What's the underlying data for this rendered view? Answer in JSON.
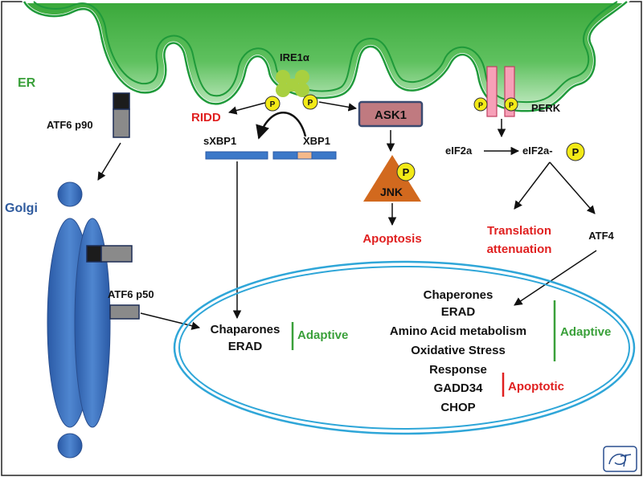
{
  "labels": {
    "er": "ER",
    "golgi": "Golgi",
    "atf6_p90": "ATF6 p90",
    "atf6_p50": "ATF6 p50",
    "ire1a": "IRE1α",
    "ridd": "RIDD",
    "sxbp1": "sXBP1",
    "xbp1": "XBP1",
    "ask1": "ASK1",
    "jnk": "JNK",
    "apoptosis": "Apoptosis",
    "perk": "PERK",
    "eif2a": "eIF2a",
    "eif2a_p": "eIF2a-",
    "translation_1": "Translation",
    "translation_2": "attenuation",
    "atf4": "ATF4",
    "phospho": "P"
  },
  "nucleus_left": {
    "items": [
      "Chaparones",
      "ERAD"
    ],
    "tag": "Adaptive"
  },
  "nucleus_right": {
    "items": [
      "Chaperones",
      "ERAD",
      "Amino Acid metabolism",
      "Oxidative Stress",
      "Response",
      "GADD34",
      "CHOP"
    ],
    "adaptive_tag": "Adaptive",
    "apoptotic_tag": "Apoptotic"
  },
  "colors": {
    "er_fill": "#3daa3d",
    "er_stroke": "#1f9a3a",
    "golgi": "#3f74c0",
    "nucleus": "#2fa6d8",
    "red_text": "#e02020",
    "green_text": "#3aa03a",
    "ask1_fill": "#c07a80",
    "jnk_fill": "#d2691e",
    "perk_fill": "#f7a0b8",
    "phospho_fill": "#f3ea17",
    "bar_blue": "#3c78c8",
    "bar_peach": "#f5b98a"
  },
  "icons": {
    "corner_logo": "publisher-logo-icon"
  }
}
